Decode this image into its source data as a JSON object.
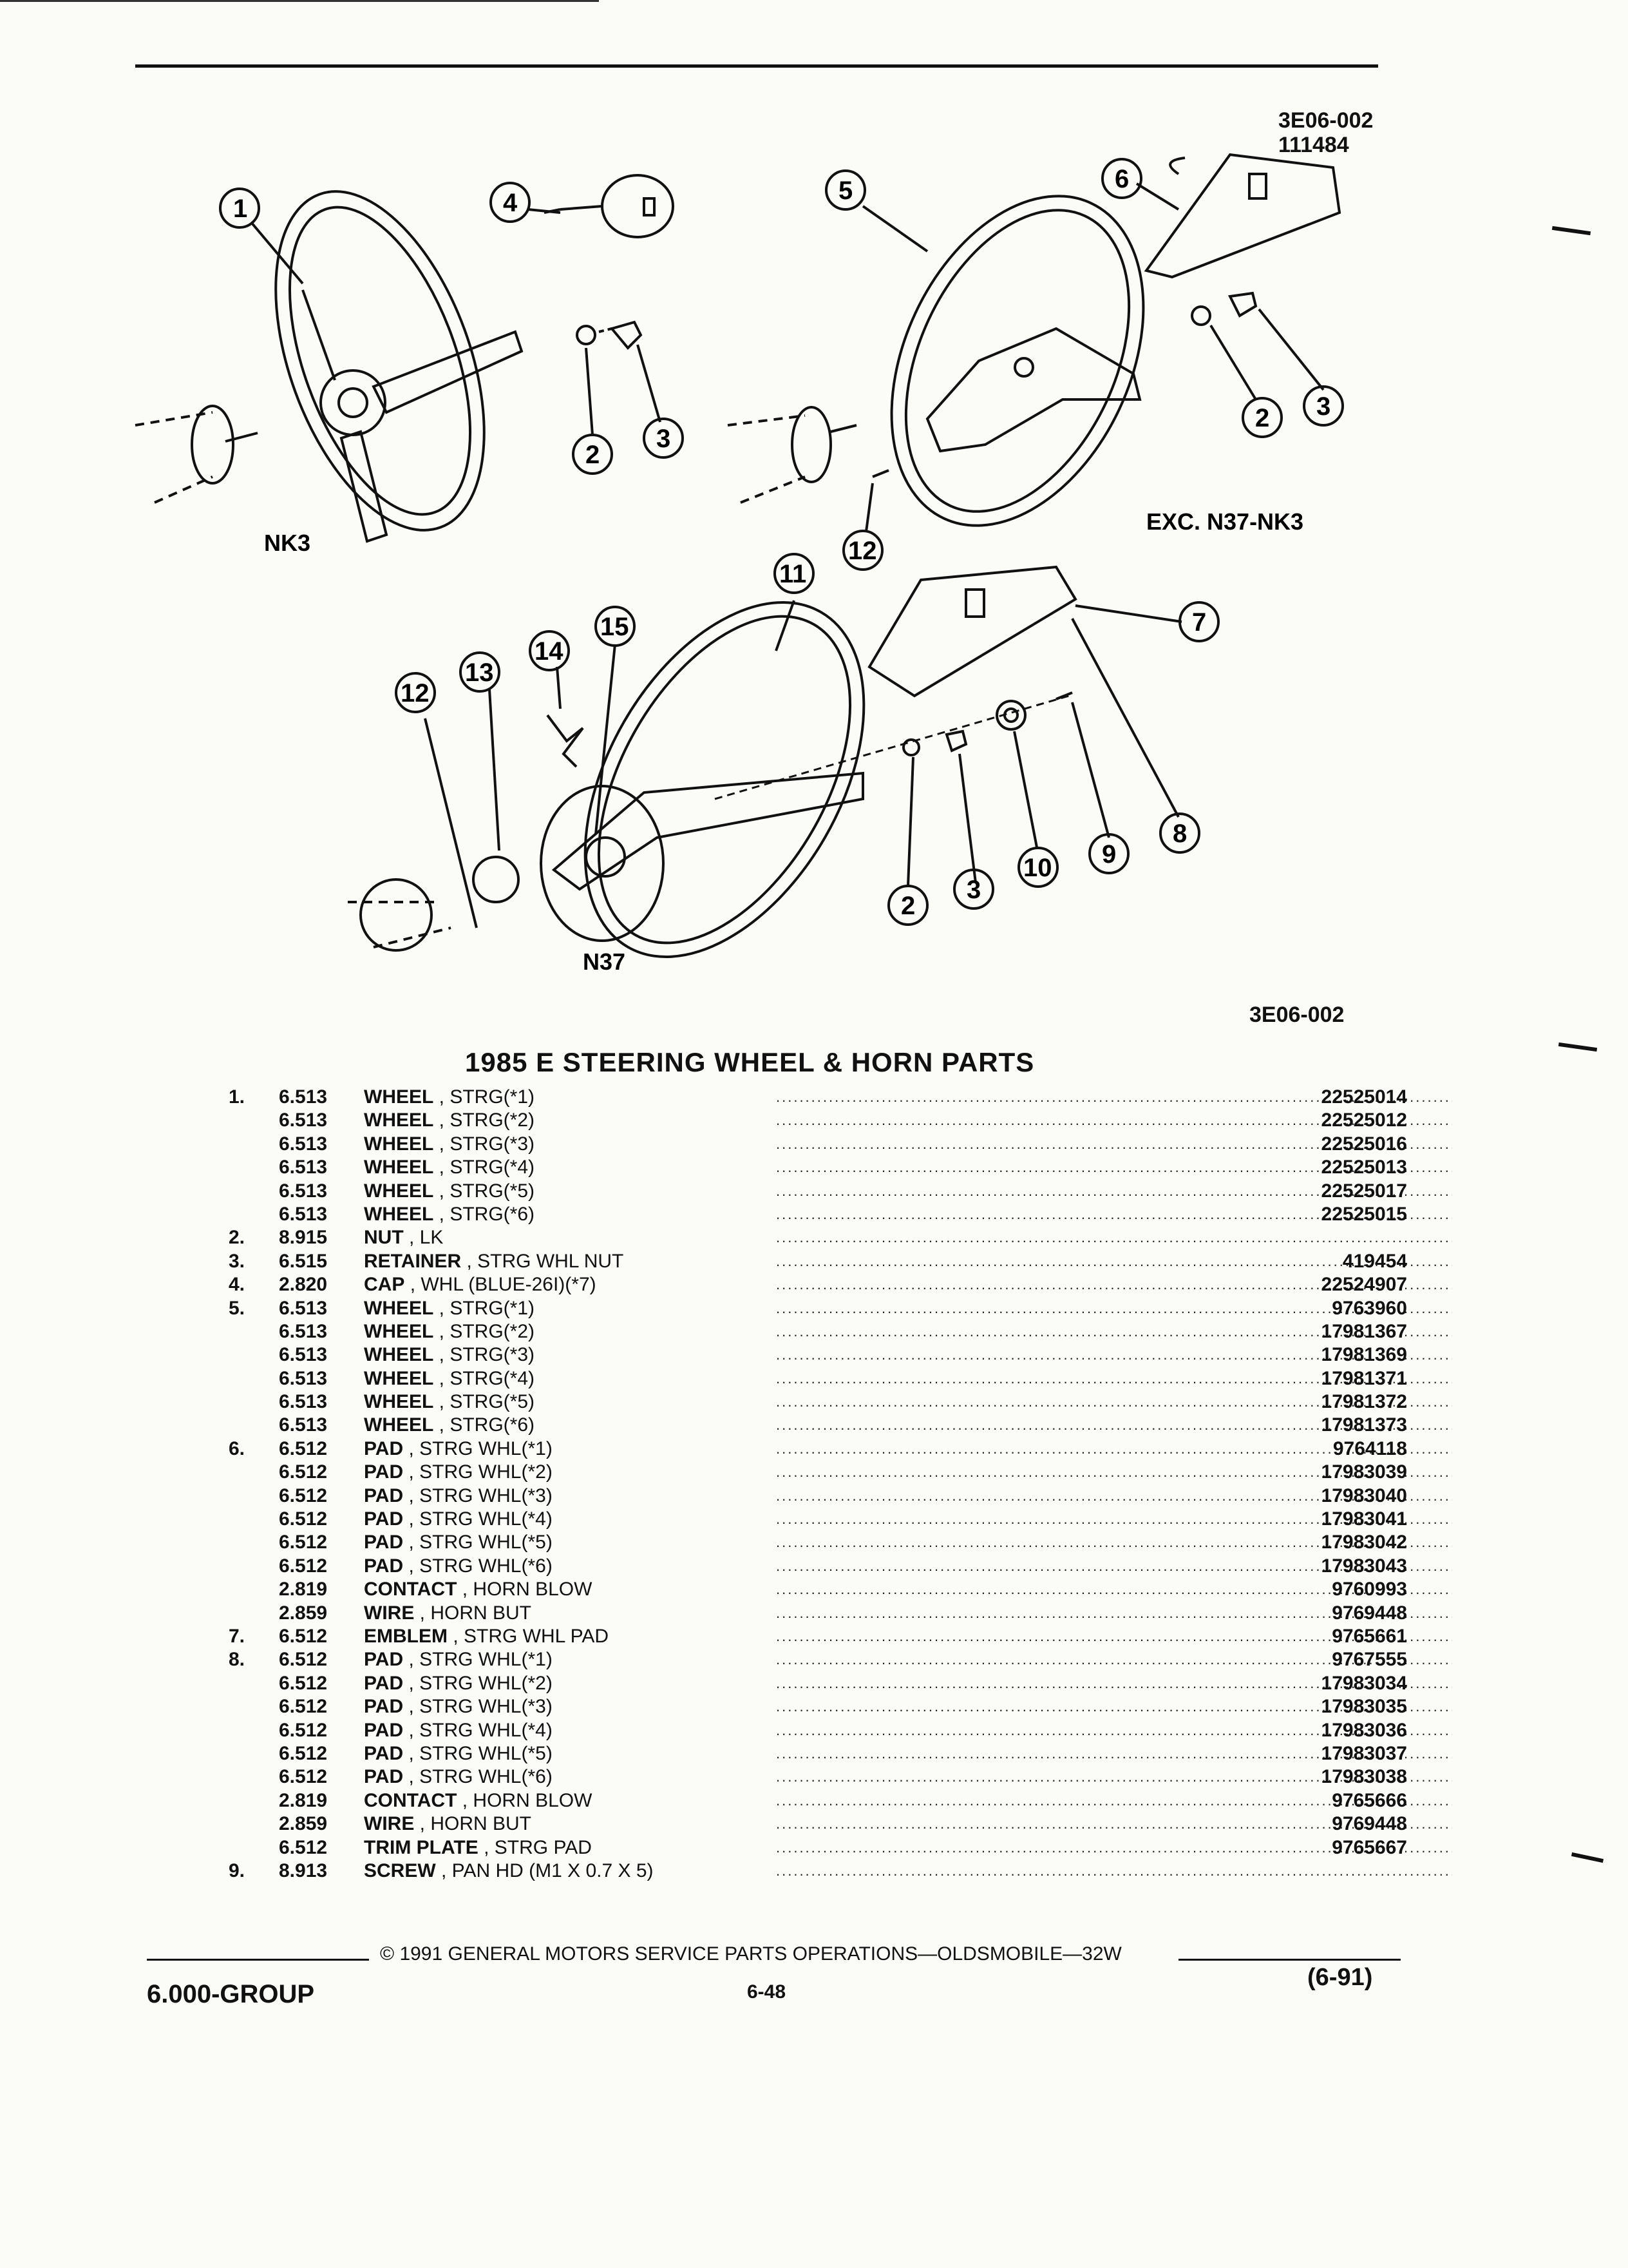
{
  "diagram": {
    "ref_code": "3E06-002",
    "ref_date": "111484",
    "bottom_ref": "3E06-002",
    "labels": {
      "nk3": "NK3",
      "exc": "EXC. N37-NK3",
      "n37": "N37"
    },
    "callouts": [
      "1",
      "4",
      "5",
      "6",
      "2",
      "3",
      "2",
      "3",
      "12",
      "11",
      "15",
      "14",
      "13",
      "12",
      "7",
      "8",
      "9",
      "10",
      "3",
      "2"
    ]
  },
  "title": "1985 E STEERING WHEEL & HORN PARTS",
  "dots": "............................................................................................................................",
  "parts": [
    {
      "num": "1.",
      "grp": "6.513",
      "name": "WHEEL",
      "detail": ", STRG(*1)",
      "pno": "22525014"
    },
    {
      "num": "",
      "grp": "6.513",
      "name": "WHEEL",
      "detail": ", STRG(*2)",
      "pno": "22525012"
    },
    {
      "num": "",
      "grp": "6.513",
      "name": "WHEEL",
      "detail": ", STRG(*3)",
      "pno": "22525016"
    },
    {
      "num": "",
      "grp": "6.513",
      "name": "WHEEL",
      "detail": ", STRG(*4)",
      "pno": "22525013"
    },
    {
      "num": "",
      "grp": "6.513",
      "name": "WHEEL",
      "detail": ", STRG(*5)",
      "pno": "22525017"
    },
    {
      "num": "",
      "grp": "6.513",
      "name": "WHEEL",
      "detail": ", STRG(*6)",
      "pno": "22525015"
    },
    {
      "num": "2.",
      "grp": "8.915",
      "name": "NUT",
      "detail": ", LK",
      "pno": ""
    },
    {
      "num": "3.",
      "grp": "6.515",
      "name": "RETAINER",
      "detail": ", STRG WHL NUT",
      "pno": "419454"
    },
    {
      "num": "4.",
      "grp": "2.820",
      "name": "CAP",
      "detail": ", WHL (BLUE-26I)(*7)",
      "pno": "22524907"
    },
    {
      "num": "5.",
      "grp": "6.513",
      "name": "WHEEL",
      "detail": ", STRG(*1)",
      "pno": "9763960"
    },
    {
      "num": "",
      "grp": "6.513",
      "name": "WHEEL",
      "detail": ", STRG(*2)",
      "pno": "17981367"
    },
    {
      "num": "",
      "grp": "6.513",
      "name": "WHEEL",
      "detail": ", STRG(*3)",
      "pno": "17981369"
    },
    {
      "num": "",
      "grp": "6.513",
      "name": "WHEEL",
      "detail": ", STRG(*4)",
      "pno": "17981371"
    },
    {
      "num": "",
      "grp": "6.513",
      "name": "WHEEL",
      "detail": ", STRG(*5)",
      "pno": "17981372"
    },
    {
      "num": "",
      "grp": "6.513",
      "name": "WHEEL",
      "detail": ", STRG(*6)",
      "pno": "17981373"
    },
    {
      "num": "6.",
      "grp": "6.512",
      "name": "PAD",
      "detail": ", STRG WHL(*1)",
      "pno": "9764118"
    },
    {
      "num": "",
      "grp": "6.512",
      "name": "PAD",
      "detail": ", STRG WHL(*2)",
      "pno": "17983039"
    },
    {
      "num": "",
      "grp": "6.512",
      "name": "PAD",
      "detail": ", STRG WHL(*3)",
      "pno": "17983040"
    },
    {
      "num": "",
      "grp": "6.512",
      "name": "PAD",
      "detail": ", STRG WHL(*4)",
      "pno": "17983041"
    },
    {
      "num": "",
      "grp": "6.512",
      "name": "PAD",
      "detail": ", STRG WHL(*5)",
      "pno": "17983042"
    },
    {
      "num": "",
      "grp": "6.512",
      "name": "PAD",
      "detail": ", STRG WHL(*6)",
      "pno": "17983043"
    },
    {
      "num": "",
      "grp": "2.819",
      "name": "CONTACT",
      "detail": ", HORN BLOW",
      "pno": "9760993"
    },
    {
      "num": "",
      "grp": "2.859",
      "name": "WIRE",
      "detail": ", HORN BUT",
      "pno": "9769448"
    },
    {
      "num": "7.",
      "grp": "6.512",
      "name": "EMBLEM",
      "detail": ", STRG WHL PAD",
      "pno": "9765661"
    },
    {
      "num": "8.",
      "grp": "6.512",
      "name": "PAD",
      "detail": ", STRG WHL(*1)",
      "pno": "9767555"
    },
    {
      "num": "",
      "grp": "6.512",
      "name": "PAD",
      "detail": ", STRG WHL(*2)",
      "pno": "17983034"
    },
    {
      "num": "",
      "grp": "6.512",
      "name": "PAD",
      "detail": ", STRG WHL(*3)",
      "pno": "17983035"
    },
    {
      "num": "",
      "grp": "6.512",
      "name": "PAD",
      "detail": ", STRG WHL(*4)",
      "pno": "17983036"
    },
    {
      "num": "",
      "grp": "6.512",
      "name": "PAD",
      "detail": ", STRG WHL(*5)",
      "pno": "17983037"
    },
    {
      "num": "",
      "grp": "6.512",
      "name": "PAD",
      "detail": ", STRG WHL(*6)",
      "pno": "17983038"
    },
    {
      "num": "",
      "grp": "2.819",
      "name": "CONTACT",
      "detail": ", HORN BLOW",
      "pno": "9765666"
    },
    {
      "num": "",
      "grp": "2.859",
      "name": "WIRE",
      "detail": ", HORN BUT",
      "pno": "9769448"
    },
    {
      "num": "",
      "grp": "6.512",
      "name": "TRIM PLATE",
      "detail": ", STRG PAD",
      "pno": "9765667"
    },
    {
      "num": "9.",
      "grp": "8.913",
      "name": "SCREW",
      "detail": ", PAN HD (M1 X 0.7 X 5)",
      "pno": ""
    }
  ],
  "footer": {
    "copyright": "© 1991 GENERAL MOTORS SERVICE PARTS OPERATIONS—OLDSMOBILE—32W",
    "group": "6.000-GROUP",
    "page": "6-48",
    "revision": "(6-91)"
  }
}
